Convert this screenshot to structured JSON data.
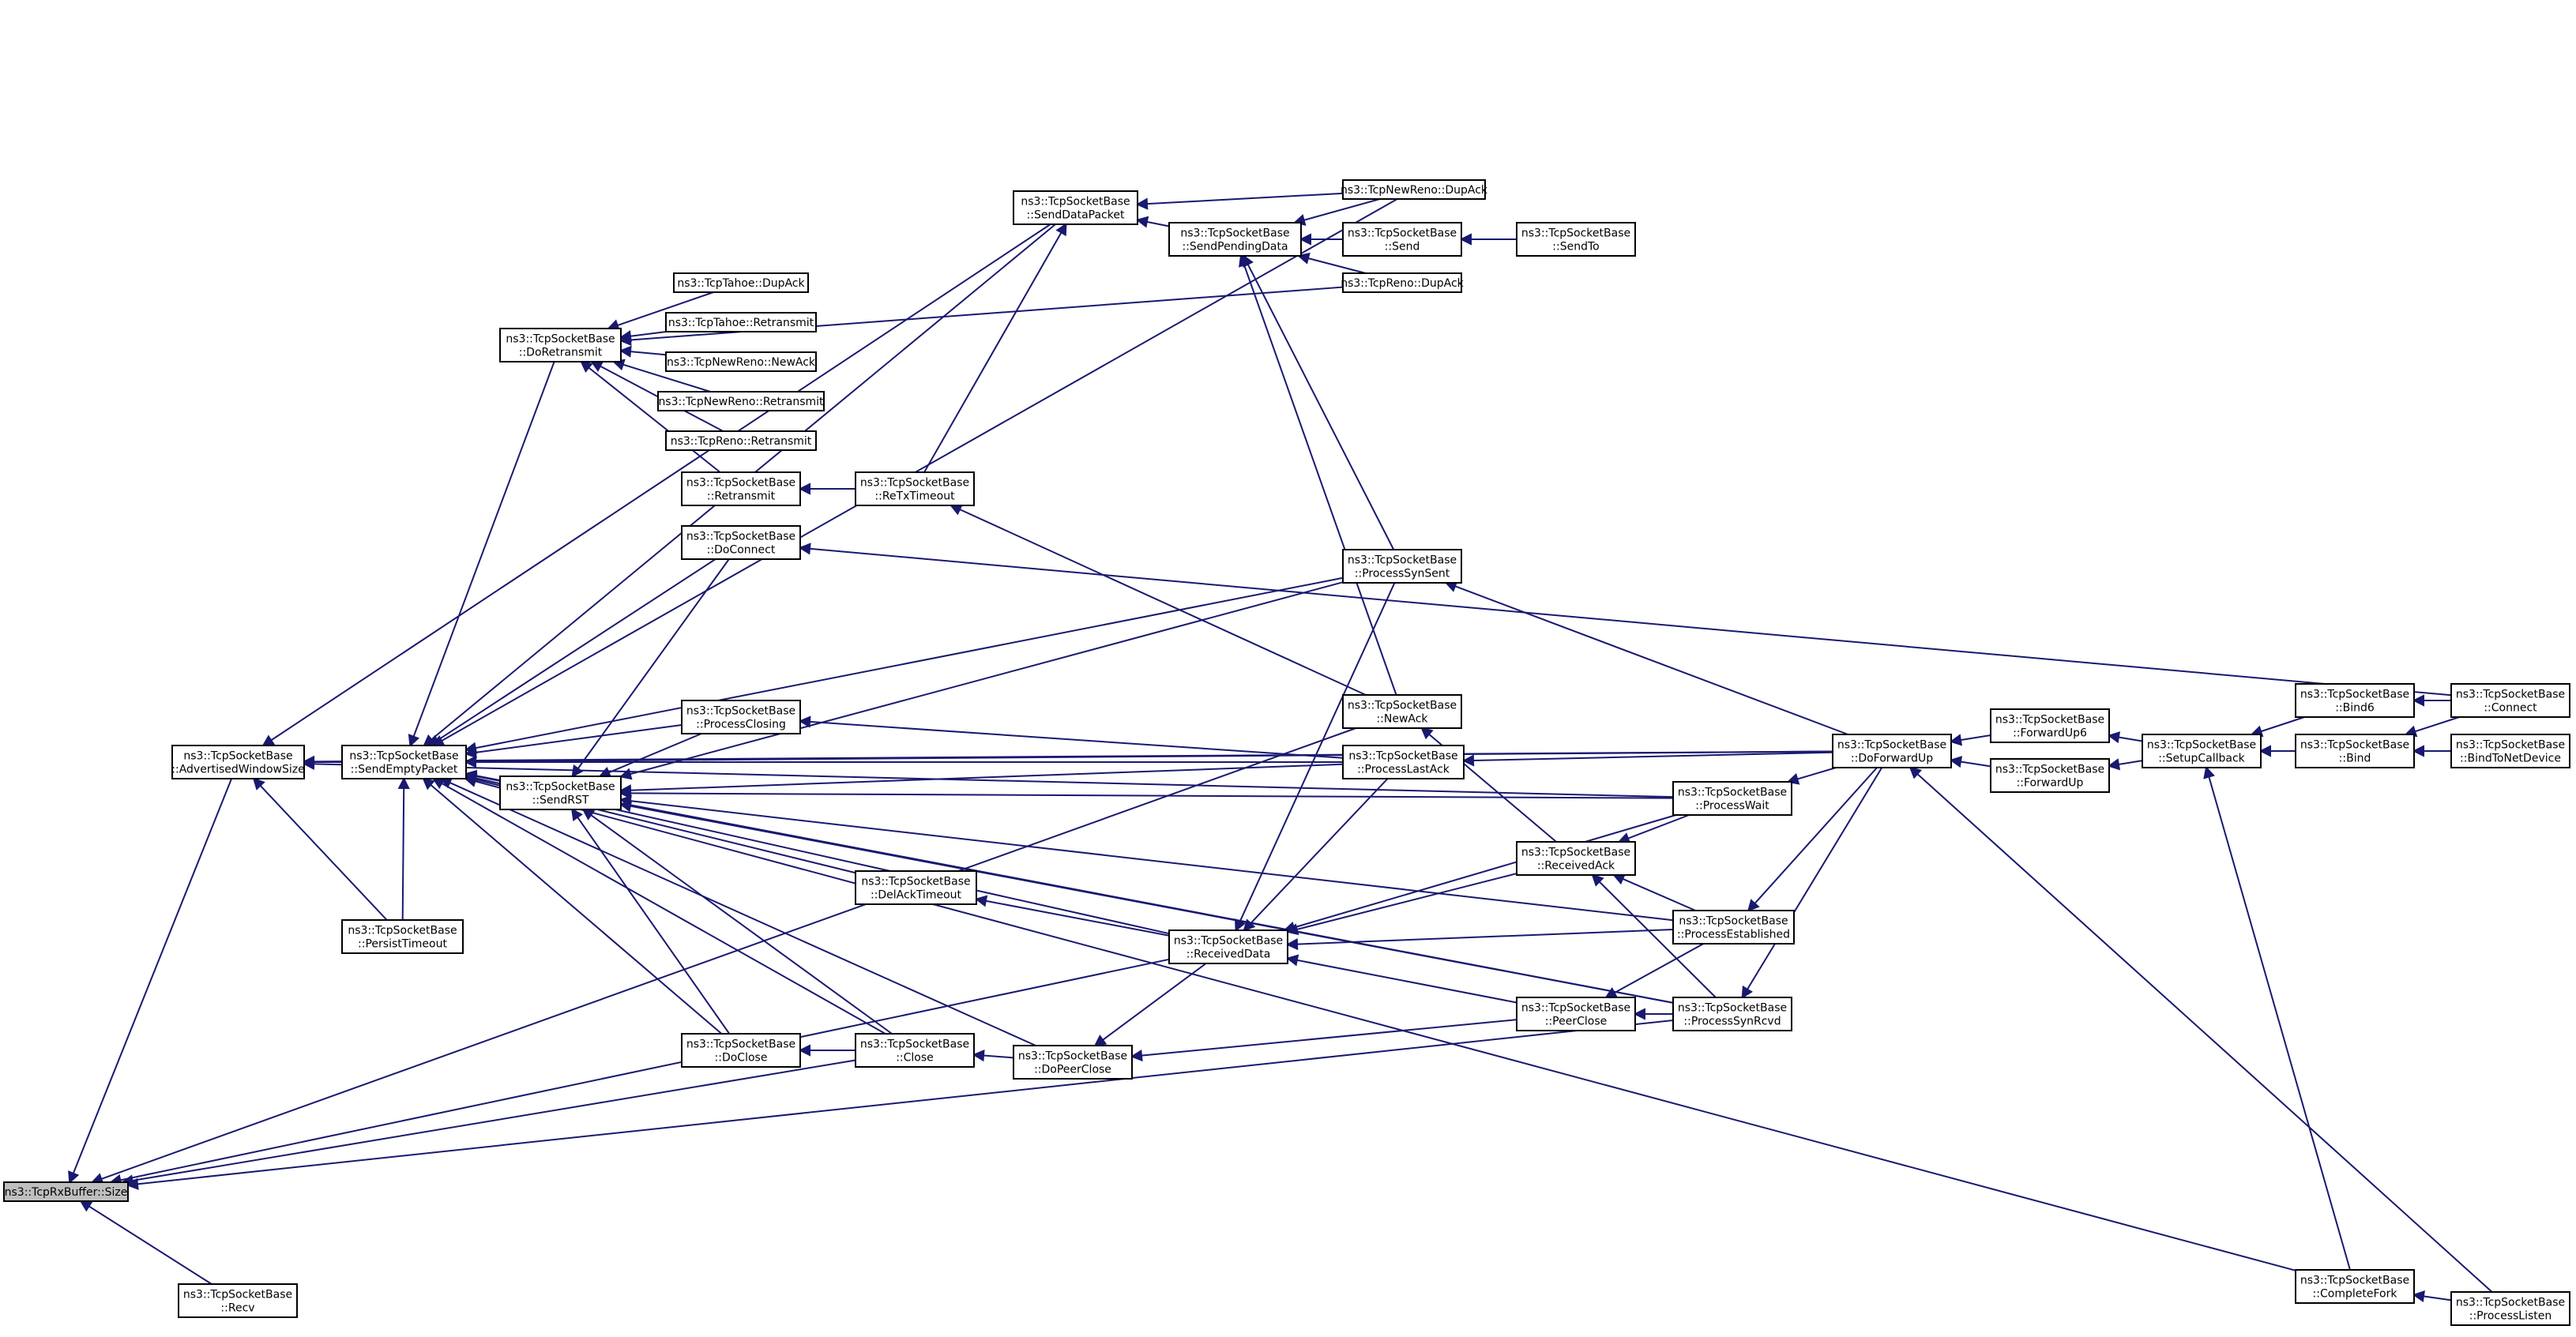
{
  "graph": {
    "nodes": [
      {
        "id": "n0",
        "lines": [
          "ns3::TcpRxBuffer::Size"
        ],
        "root": true
      },
      {
        "id": "n1",
        "lines": [
          "ns3::TcpSocketBase",
          "::AdvertisedWindowSize"
        ]
      },
      {
        "id": "n2",
        "lines": [
          "ns3::TcpSocketBase",
          "::Recv"
        ]
      },
      {
        "id": "n3",
        "lines": [
          "ns3::TcpSocketBase",
          "::SendEmptyPacket"
        ]
      },
      {
        "id": "n4",
        "lines": [
          "ns3::TcpSocketBase",
          "::PersistTimeout"
        ]
      },
      {
        "id": "n5",
        "lines": [
          "ns3::TcpSocketBase",
          "::DoRetransmit"
        ]
      },
      {
        "id": "n6",
        "lines": [
          "ns3::TcpSocketBase",
          "::SendRST"
        ]
      },
      {
        "id": "n7",
        "lines": [
          "ns3::TcpSocketBase",
          "::DoConnect"
        ]
      },
      {
        "id": "n8",
        "lines": [
          "ns3::TcpSocketBase",
          "::ProcessClosing"
        ]
      },
      {
        "id": "n9",
        "lines": [
          "ns3::TcpSocketBase",
          "::DoClose"
        ]
      },
      {
        "id": "n10",
        "lines": [
          "ns3::TcpSocketBase",
          "::Retransmit"
        ]
      },
      {
        "id": "n11",
        "lines": [
          "ns3::TcpTahoe::DupAck"
        ]
      },
      {
        "id": "n12",
        "lines": [
          "ns3::TcpTahoe::Retransmit"
        ]
      },
      {
        "id": "n13",
        "lines": [
          "ns3::TcpNewReno::NewAck"
        ]
      },
      {
        "id": "n14",
        "lines": [
          "ns3::TcpNewReno::Retransmit"
        ]
      },
      {
        "id": "n15",
        "lines": [
          "ns3::TcpReno::Retransmit"
        ]
      },
      {
        "id": "n16",
        "lines": [
          "ns3::TcpSocketBase",
          "::ReTxTimeout"
        ]
      },
      {
        "id": "n17",
        "lines": [
          "ns3::TcpSocketBase",
          "::DelAckTimeout"
        ]
      },
      {
        "id": "n18",
        "lines": [
          "ns3::TcpSocketBase",
          "::Close"
        ]
      },
      {
        "id": "n19",
        "lines": [
          "ns3::TcpSocketBase",
          "::SendDataPacket"
        ]
      },
      {
        "id": "n20",
        "lines": [
          "ns3::TcpSocketBase",
          "::DoPeerClose"
        ]
      },
      {
        "id": "n21",
        "lines": [
          "ns3::TcpSocketBase",
          "::SendPendingData"
        ]
      },
      {
        "id": "n22",
        "lines": [
          "ns3::TcpSocketBase",
          "::ReceivedData"
        ]
      },
      {
        "id": "n23",
        "lines": [
          "ns3::TcpNewReno::DupAck"
        ]
      },
      {
        "id": "n24",
        "lines": [
          "ns3::TcpSocketBase",
          "::Send"
        ]
      },
      {
        "id": "n25",
        "lines": [
          "ns3::TcpReno::DupAck"
        ]
      },
      {
        "id": "n26",
        "lines": [
          "ns3::TcpSocketBase",
          "::ProcessSynSent"
        ]
      },
      {
        "id": "n27",
        "lines": [
          "ns3::TcpSocketBase",
          "::NewAck"
        ]
      },
      {
        "id": "n28",
        "lines": [
          "ns3::TcpSocketBase",
          "::ProcessLastAck"
        ]
      },
      {
        "id": "n29",
        "lines": [
          "ns3::TcpSocketBase",
          "::SendTo"
        ]
      },
      {
        "id": "n30",
        "lines": [
          "ns3::TcpSocketBase",
          "::ReceivedAck"
        ]
      },
      {
        "id": "n31",
        "lines": [
          "ns3::TcpSocketBase",
          "::PeerClose"
        ]
      },
      {
        "id": "n32",
        "lines": [
          "ns3::TcpSocketBase",
          "::ProcessWait"
        ]
      },
      {
        "id": "n33",
        "lines": [
          "ns3::TcpSocketBase",
          "::ProcessEstablished"
        ]
      },
      {
        "id": "n34",
        "lines": [
          "ns3::TcpSocketBase",
          "::ProcessSynRcvd"
        ]
      },
      {
        "id": "n35",
        "lines": [
          "ns3::TcpSocketBase",
          "::DoForwardUp"
        ]
      },
      {
        "id": "n36",
        "lines": [
          "ns3::TcpSocketBase",
          "::ForwardUp6"
        ]
      },
      {
        "id": "n37",
        "lines": [
          "ns3::TcpSocketBase",
          "::ForwardUp"
        ]
      },
      {
        "id": "n38",
        "lines": [
          "ns3::TcpSocketBase",
          "::SetupCallback"
        ]
      },
      {
        "id": "n39",
        "lines": [
          "ns3::TcpSocketBase",
          "::CompleteFork"
        ]
      },
      {
        "id": "n40",
        "lines": [
          "ns3::TcpSocketBase",
          "::Bind6"
        ]
      },
      {
        "id": "n41",
        "lines": [
          "ns3::TcpSocketBase",
          "::Bind"
        ]
      },
      {
        "id": "n42",
        "lines": [
          "ns3::TcpSocketBase",
          "::ProcessListen"
        ]
      },
      {
        "id": "n43",
        "lines": [
          "ns3::TcpSocketBase",
          "::Connect"
        ]
      },
      {
        "id": "n44",
        "lines": [
          "ns3::TcpSocketBase",
          "::BindToNetDevice"
        ]
      }
    ],
    "edges": [
      [
        "n1",
        "n0"
      ],
      [
        "n2",
        "n0"
      ],
      [
        "n18",
        "n0"
      ],
      [
        "n22",
        "n0"
      ],
      [
        "n27",
        "n0"
      ],
      [
        "n34",
        "n0"
      ],
      [
        "n3",
        "n1"
      ],
      [
        "n4",
        "n1"
      ],
      [
        "n19",
        "n1"
      ],
      [
        "n32",
        "n1"
      ],
      [
        "n35",
        "n1"
      ],
      [
        "n5",
        "n3"
      ],
      [
        "n6",
        "n3"
      ],
      [
        "n7",
        "n3"
      ],
      [
        "n8",
        "n3"
      ],
      [
        "n9",
        "n3"
      ],
      [
        "n17",
        "n3"
      ],
      [
        "n18",
        "n3"
      ],
      [
        "n20",
        "n3"
      ],
      [
        "n22",
        "n3"
      ],
      [
        "n26",
        "n3"
      ],
      [
        "n28",
        "n3"
      ],
      [
        "n34",
        "n3"
      ],
      [
        "n35",
        "n3"
      ],
      [
        "n39",
        "n3"
      ],
      [
        "n4",
        "n3"
      ],
      [
        "n19",
        "n3"
      ],
      [
        "n23",
        "n3"
      ],
      [
        "n10",
        "n5"
      ],
      [
        "n11",
        "n5"
      ],
      [
        "n12",
        "n5"
      ],
      [
        "n13",
        "n5"
      ],
      [
        "n14",
        "n5"
      ],
      [
        "n15",
        "n5"
      ],
      [
        "n25",
        "n5"
      ],
      [
        "n7",
        "n6"
      ],
      [
        "n8",
        "n6"
      ],
      [
        "n9",
        "n6"
      ],
      [
        "n18",
        "n6"
      ],
      [
        "n26",
        "n6"
      ],
      [
        "n28",
        "n6"
      ],
      [
        "n32",
        "n6"
      ],
      [
        "n33",
        "n6"
      ],
      [
        "n34",
        "n6"
      ],
      [
        "n43",
        "n7"
      ],
      [
        "n28",
        "n8"
      ],
      [
        "n18",
        "n9"
      ],
      [
        "n16",
        "n10"
      ],
      [
        "n27",
        "n16"
      ],
      [
        "n16",
        "n19"
      ],
      [
        "n22",
        "n17"
      ],
      [
        "n20",
        "n18"
      ],
      [
        "n21",
        "n19"
      ],
      [
        "n23",
        "n19"
      ],
      [
        "n22",
        "n20"
      ],
      [
        "n31",
        "n20"
      ],
      [
        "n23",
        "n21"
      ],
      [
        "n24",
        "n21"
      ],
      [
        "n25",
        "n21"
      ],
      [
        "n26",
        "n21"
      ],
      [
        "n27",
        "n21"
      ],
      [
        "n26",
        "n22"
      ],
      [
        "n28",
        "n22"
      ],
      [
        "n30",
        "n22"
      ],
      [
        "n31",
        "n22"
      ],
      [
        "n32",
        "n22"
      ],
      [
        "n33",
        "n22"
      ],
      [
        "n29",
        "n24"
      ],
      [
        "n35",
        "n26"
      ],
      [
        "n30",
        "n27"
      ],
      [
        "n35",
        "n28"
      ],
      [
        "n32",
        "n30"
      ],
      [
        "n33",
        "n30"
      ],
      [
        "n34",
        "n30"
      ],
      [
        "n33",
        "n31"
      ],
      [
        "n34",
        "n31"
      ],
      [
        "n35",
        "n32"
      ],
      [
        "n35",
        "n33"
      ],
      [
        "n35",
        "n34"
      ],
      [
        "n36",
        "n35"
      ],
      [
        "n37",
        "n35"
      ],
      [
        "n42",
        "n35"
      ],
      [
        "n38",
        "n36"
      ],
      [
        "n38",
        "n37"
      ],
      [
        "n39",
        "n38"
      ],
      [
        "n40",
        "n38"
      ],
      [
        "n41",
        "n38"
      ],
      [
        "n42",
        "n39"
      ],
      [
        "n43",
        "n40"
      ],
      [
        "n43",
        "n41"
      ],
      [
        "n44",
        "n41"
      ]
    ]
  }
}
